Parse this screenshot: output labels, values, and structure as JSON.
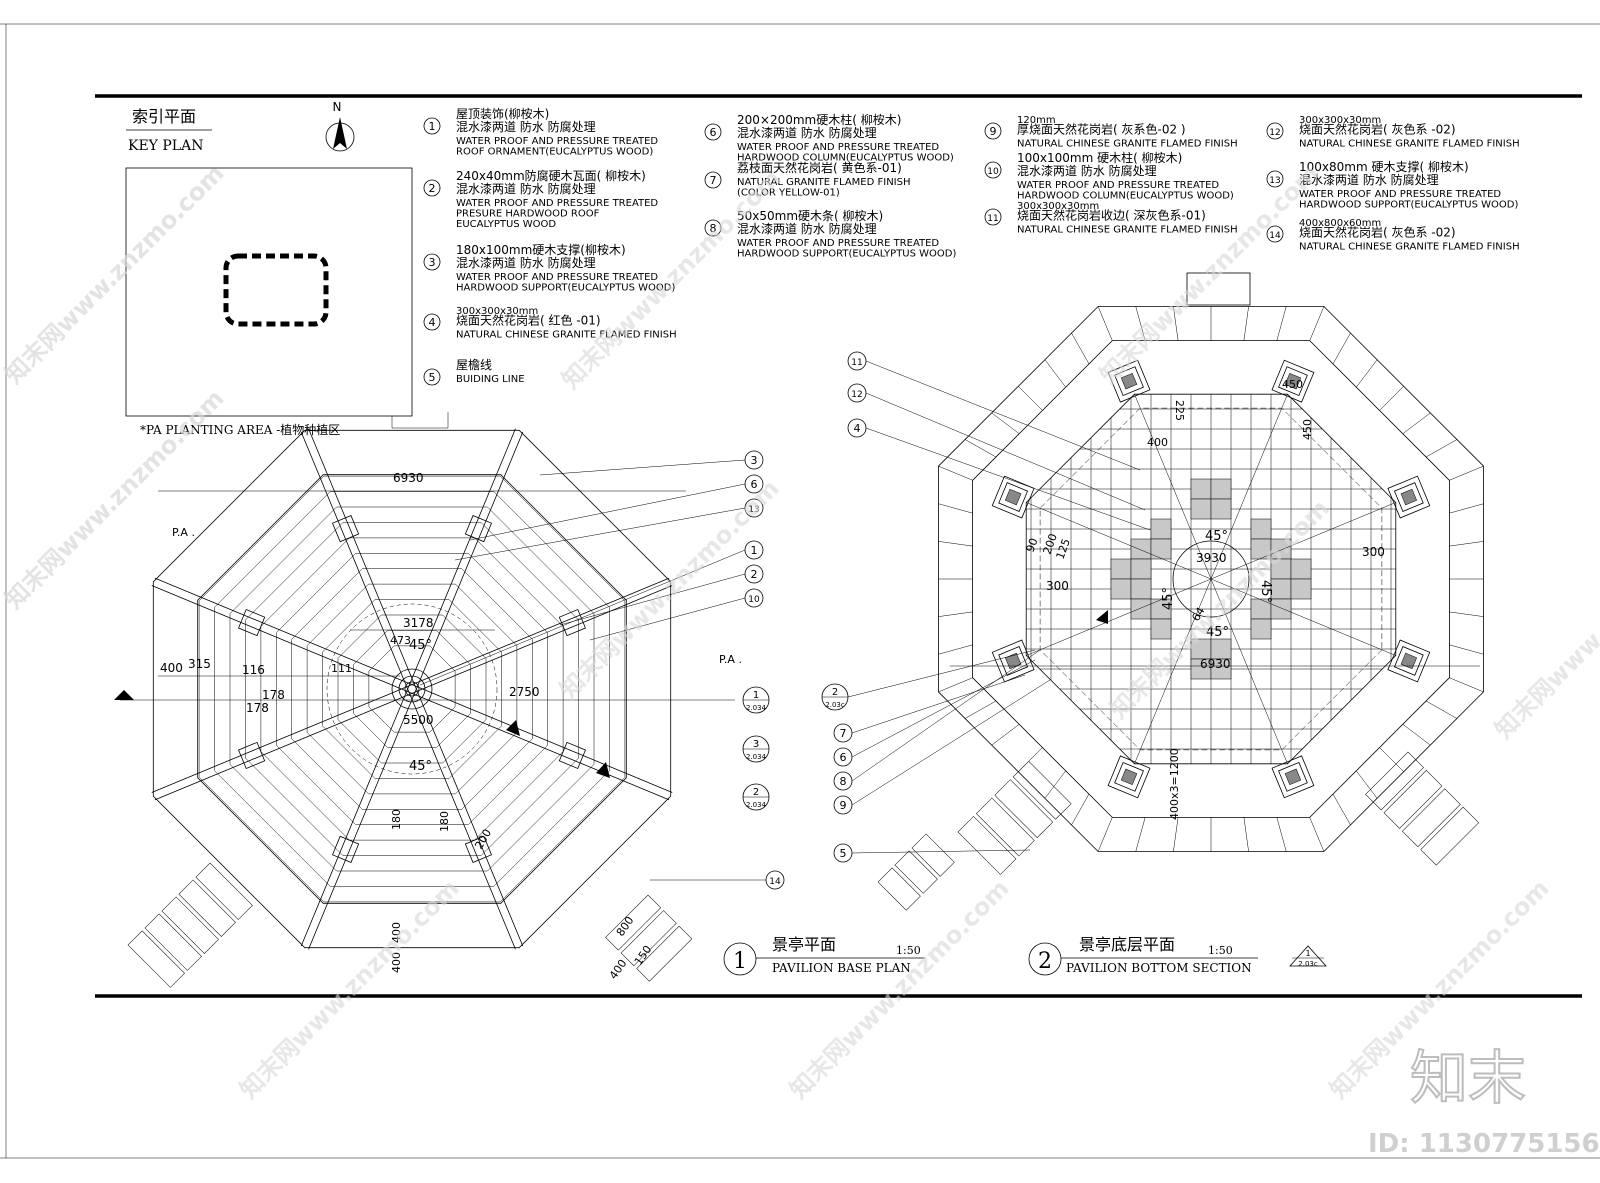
{
  "key_plan": {
    "title_cn": "索引平面",
    "title_en": "KEY PLAN",
    "north": "N"
  },
  "planting_note": "*PA    PLANTING AREA -植物种植区",
  "pa_label": "P.A .",
  "notes": [
    {
      "num": "1",
      "lines": [
        "屋顶装饰(柳桉木)",
        "混水漆两道 防水 防腐处理",
        "WATER PROOF AND PRESSURE TREATED",
        "ROOF ORNAMENT(EUCALYPTUS WOOD)"
      ]
    },
    {
      "num": "2",
      "lines": [
        "240x40mm防腐硬木瓦面( 柳桉木)",
        "混水漆两道 防水 防腐处理",
        "WATER PROOF AND PRESSURE TREATED",
        "PRESURE HARDWOOD ROOF",
        "EUCALYPTUS WOOD"
      ]
    },
    {
      "num": "3",
      "lines": [
        "180x100mm硬木支撑(柳桉木)",
        "混水漆两道 防水 防腐处理",
        "WATER PROOF AND PRESSURE TREATED",
        "HARDWOOD SUPPORT(EUCALYPTUS WOOD)"
      ]
    },
    {
      "num": "4",
      "lines": [
        "300x300x30mm",
        "烧面天然花岗岩( 红色 -01)",
        "NATURAL CHINESE GRANITE FLAMED FINISH"
      ]
    },
    {
      "num": "5",
      "lines": [
        "屋檐线",
        "BUIDING LINE"
      ]
    },
    {
      "num": "6",
      "lines": [
        "200×200mm硬木柱( 柳桉木)",
        "混水漆两道 防水 防腐处理",
        "WATER PROOF AND PRESSURE TREATED",
        "HARDWOOD COLUMN(EUCALYPTUS WOOD)"
      ]
    },
    {
      "num": "7",
      "lines": [
        "荔枝面天然花岗岩( 黄色系-01)",
        "NATURAL GRANITE FLAMED FINISH",
        "(COLOR  YELLOW-01)"
      ]
    },
    {
      "num": "8",
      "lines": [
        "50x50mm硬木条( 柳桉木)",
        "混水漆两道 防水 防腐处理",
        "WATER PROOF AND PRESSURE TREATED",
        "HARDWOOD SUPPORT(EUCALYPTUS WOOD)"
      ]
    },
    {
      "num": "9",
      "lines": [
        "120mm",
        "厚烧面天然花岗岩( 灰系色-02 )",
        "NATURAL CHINESE GRANITE FLAMED FINISH"
      ]
    },
    {
      "num": "10",
      "lines": [
        "100x100mm 硬木柱( 柳桉木)",
        "混水漆两道 防水 防腐处理",
        "WATER PROOF AND PRESSURE TREATED",
        "HARDWOOD COLUMN(EUCALYPTUS WOOD)"
      ]
    },
    {
      "num": "11",
      "lines": [
        "300x300x30mm",
        "烧面天然花岗岩收边( 深灰色系-01)",
        "NATURAL CHINESE GRANITE FLAMED FINISH"
      ]
    },
    {
      "num": "12",
      "lines": [
        "300x300x30mm",
        "烧面天然花岗岩( 灰色系 -02)",
        "NATURAL CHINESE GRANITE FLAMED FINISH"
      ]
    },
    {
      "num": "13",
      "lines": [
        "100x80mm 硬木支撑( 柳桉木)",
        "混水漆两道 防水 防腐处理",
        "WATER PROOF AND PRESSURE TREATED",
        "HARDWOOD SUPPORT(EUCALYPTUS WOOD)"
      ]
    },
    {
      "num": "14",
      "lines": [
        "400x800x60mm",
        "烧面天然花岗岩( 灰色系 -02)",
        "NATURAL CHINESE GRANITE FLAMED FINISH"
      ]
    }
  ],
  "plan1": {
    "num": "1",
    "title_cn": "景亭平面",
    "title_en": "PAVILION  BASE PLAN",
    "scale": "1:50",
    "dims": {
      "d6930": "6930",
      "d3178": "3178",
      "d2750": "2750",
      "d5500": "5500",
      "d400": "400",
      "d315": "315",
      "d116": "116",
      "d111": "111",
      "d178a": "178",
      "d178b": "178",
      "d473": "473",
      "a45": "45°",
      "d180": "180",
      "d180b": "180",
      "d200": "200",
      "d800": "800",
      "d150": "150"
    },
    "callouts": [
      "3",
      "6",
      "13",
      "1",
      "2",
      "10",
      "14"
    ],
    "section_marks": [
      {
        "top": "1",
        "bot": "2.034"
      },
      {
        "top": "3",
        "bot": "2.034"
      },
      {
        "top": "2",
        "bot": "2.034"
      }
    ]
  },
  "plan2": {
    "num": "2",
    "title_cn": "景亭底层平面",
    "title_en": "PAVILION BOTTOM SECTION",
    "scale": "1:50",
    "dims": {
      "d3930": "3930",
      "d6930": "6930",
      "d300": "300",
      "d450": "450",
      "d400": "400",
      "d225": "225",
      "d1200": "400x3=1200",
      "d125": "125",
      "d200": "200",
      "d90": "90",
      "d64": "64",
      "a45": "45°"
    },
    "callouts": [
      "11",
      "12",
      "4",
      "7",
      "6",
      "8",
      "9",
      "5"
    ],
    "section_mark": {
      "top": "2",
      "bot": "2.03c"
    },
    "section_mark_title": {
      "top": "1",
      "bot": "2.03c"
    }
  },
  "watermark": {
    "site": "知末网www.znzmo.com",
    "brand": "知末",
    "id": "ID: 1130775156"
  }
}
